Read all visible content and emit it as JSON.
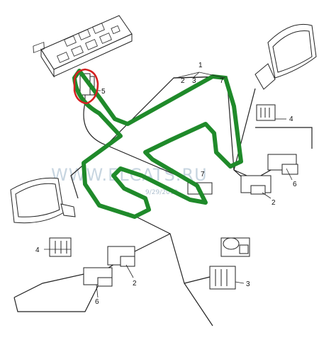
{
  "watermark": {
    "site": "WWW.ELCATS.RU",
    "date": "9/29/2010"
  },
  "callouts": {
    "c1": "1",
    "c2a": "2",
    "c3a": "3",
    "c7a": "7",
    "c5": "5",
    "c4a": "4",
    "c6a": "6",
    "c2b": "2",
    "c7b": "7",
    "c4b": "4",
    "c2c": "2",
    "c6b": "6",
    "c3b": "3"
  },
  "highlight_colors": {
    "green": "#1f8a2a",
    "red": "#d42020"
  }
}
